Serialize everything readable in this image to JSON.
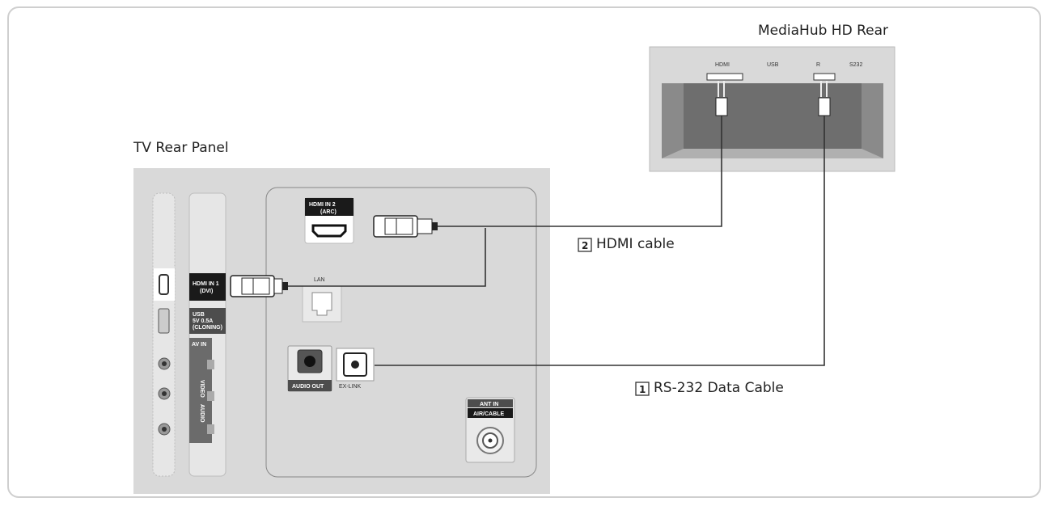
{
  "mediahub_title": "MediaHub HD Rear",
  "tv_title": "TV Rear Panel",
  "mediahub_ports": [
    "HDMI",
    "USB",
    "R",
    "S232"
  ],
  "tv_ports": {
    "hdmi_in_2_line1": "HDMI IN 2",
    "hdmi_in_2_line2": "(ARC)",
    "hdmi_in_1_line1": "HDMI IN 1",
    "hdmi_in_1_line2": "(DVI)",
    "usb_line1": "USB",
    "usb_line2": "5V 0.5A",
    "usb_line3": "(CLONING)",
    "lan": "LAN",
    "av_in": "AV IN",
    "video": "VIDEO",
    "audio": "AUDIO",
    "audio_out": "AUDIO OUT",
    "ex_link": "EX-LINK",
    "ant_in": "ANT IN",
    "air_cable": "AIR/CABLE"
  },
  "cables": [
    {
      "number": "2",
      "label": "HDMI cable"
    },
    {
      "number": "1",
      "label": "RS-232 Data Cable"
    }
  ],
  "colors": {
    "panel": "#d9d9d9",
    "cable": "#333333",
    "frame": "#cfcfcf"
  }
}
